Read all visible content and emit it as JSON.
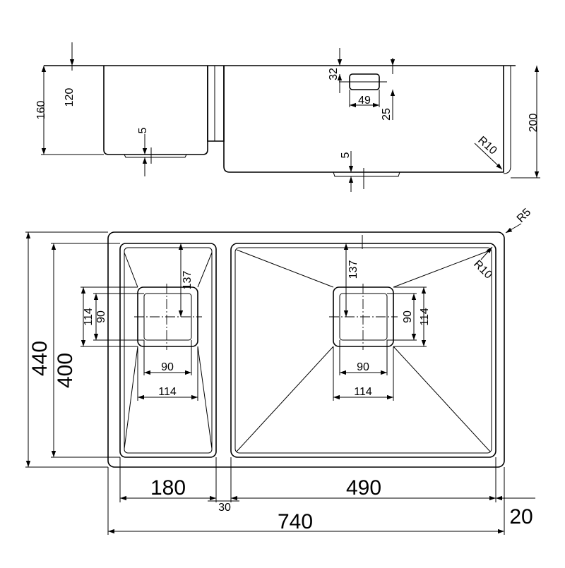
{
  "drawing": {
    "side_view": {
      "dim_160": "160",
      "dim_120": "120",
      "dim_5_left": "5",
      "dim_32": "32",
      "dim_49": "49",
      "dim_25": "25",
      "dim_5_right": "5",
      "dim_r10": "R10",
      "dim_200": "200"
    },
    "top_view": {
      "dim_r5": "R5",
      "dim_r10": "R10",
      "dim_440": "440",
      "dim_400": "400",
      "left_bowl": {
        "dim_137": "137",
        "dim_114_v": "114",
        "dim_90_v": "90",
        "dim_90_h": "90",
        "dim_114_h": "114"
      },
      "right_bowl": {
        "dim_137": "137",
        "dim_90_v": "90",
        "dim_114_v": "114",
        "dim_90_h": "90",
        "dim_114_h": "114"
      },
      "dim_180": "180",
      "dim_490": "490",
      "dim_30": "30",
      "dim_740": "740",
      "dim_20": "20"
    }
  }
}
